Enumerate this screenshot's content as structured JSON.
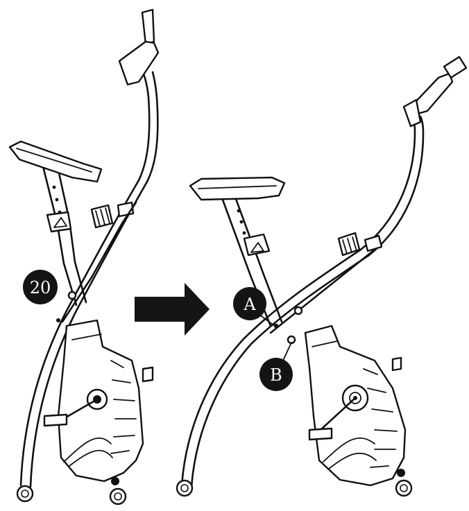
{
  "callouts": {
    "step": "20",
    "a": "A",
    "b": "B"
  },
  "icons": {
    "arrow": "arrow-right-icon"
  },
  "colors": {
    "ink": "#111111",
    "background": "#ffffff"
  }
}
